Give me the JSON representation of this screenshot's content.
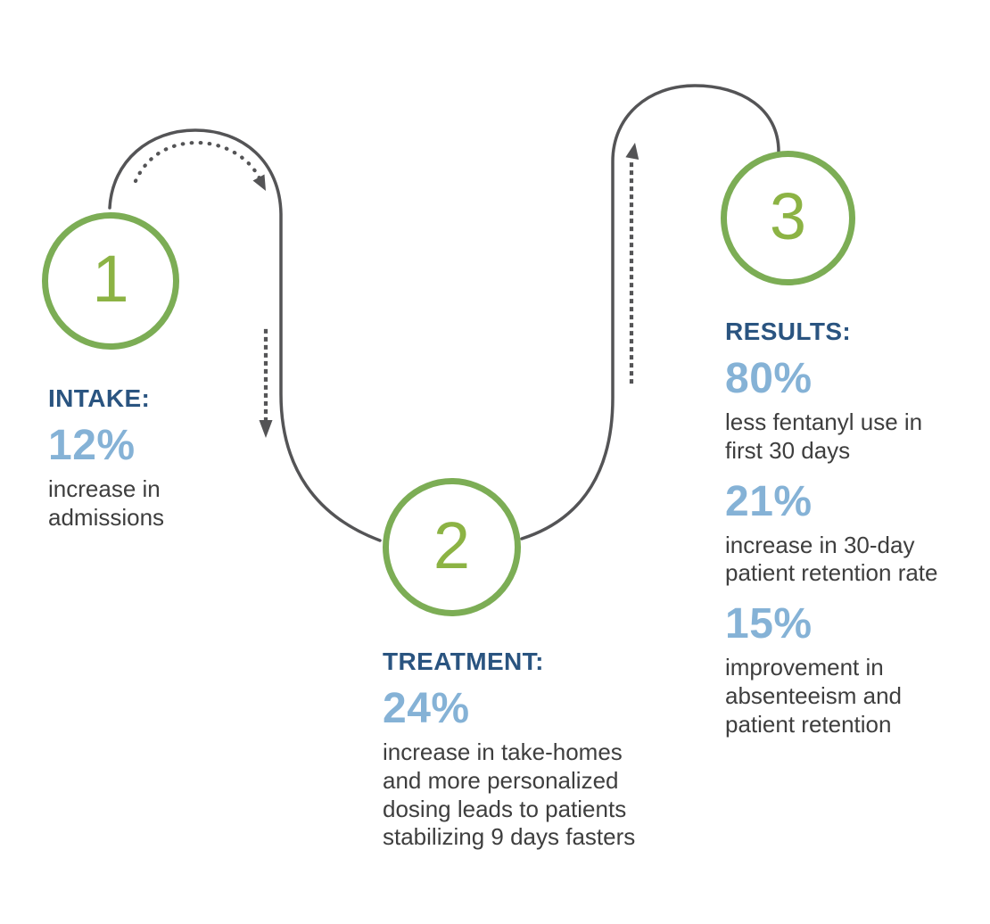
{
  "colors": {
    "circle_ring_green": "#7CAD55",
    "circle_number_green": "#8CB344",
    "label_navy": "#2A5480",
    "stat_light_blue": "#85B2D6",
    "body_text": "#3E3E3E",
    "connector_gray": "#545456",
    "background": "#ffffff"
  },
  "steps": [
    {
      "number": "1",
      "label": "INTAKE:",
      "stats": [
        {
          "value": "12%",
          "desc": "increase in\nadmissions"
        }
      ]
    },
    {
      "number": "2",
      "label": "TREATMENT:",
      "stats": [
        {
          "value": "24%",
          "desc": "increase in take-homes\nand more personalized\ndosing leads to patients\nstabilizing 9 days fasters"
        }
      ]
    },
    {
      "number": "3",
      "label": "RESULTS:",
      "stats": [
        {
          "value": "80%",
          "desc": "less fentanyl use in\nfirst 30 days"
        },
        {
          "value": "21%",
          "desc": "increase in 30-day\npatient retention rate"
        },
        {
          "value": "15%",
          "desc": "improvement in\nabsenteeism and\npatient retention"
        }
      ]
    }
  ],
  "flow": [
    {
      "from": "1",
      "to": "2",
      "arrow": "curved then down"
    },
    {
      "from": "2",
      "to": "3",
      "arrow": "up"
    }
  ]
}
